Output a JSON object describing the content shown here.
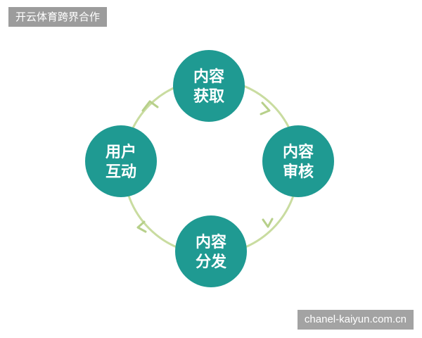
{
  "header": {
    "title": "开云体育跨界合作"
  },
  "footer": {
    "url": "chanel-kaiyun.com.cn"
  },
  "diagram": {
    "colors": {
      "node_fill": "#1f9a92",
      "ring": "#c9dca0",
      "arrow": "#b7d08a"
    },
    "nodes": [
      {
        "id": "content-acquisition",
        "line1": "内容",
        "line2": "获取"
      },
      {
        "id": "content-review",
        "line1": "内容",
        "line2": "审核"
      },
      {
        "id": "content-distribution",
        "line1": "内容",
        "line2": "分发"
      },
      {
        "id": "user-interaction",
        "line1": "用户",
        "line2": "互动"
      }
    ]
  }
}
